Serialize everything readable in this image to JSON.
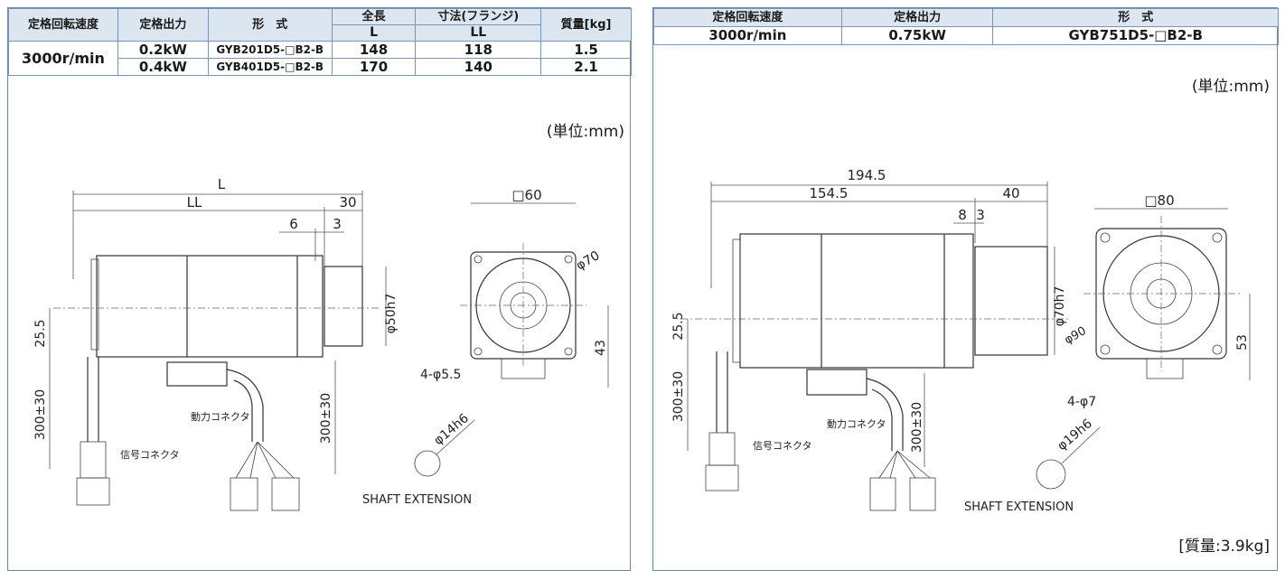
{
  "left": {
    "table": {
      "headers": {
        "speed": "定格回転速度",
        "output": "定格出力",
        "model": "形　式",
        "length": "全長",
        "length_sub": "L",
        "flange": "寸法(フランジ)",
        "flange_sub": "LL",
        "mass": "質量[kg]"
      },
      "speed_value": "3000r/min",
      "rows": [
        {
          "output": "0.2kW",
          "model": "GYB201D5-□B2-B",
          "l": "148",
          "ll": "118",
          "mass": "1.5"
        },
        {
          "output": "0.4kW",
          "model": "GYB401D5-□B2-B",
          "l": "170",
          "ll": "140",
          "mass": "2.1"
        }
      ]
    },
    "unit": "(単位:mm)",
    "drawing": {
      "dim_L": "L",
      "dim_LL": "LL",
      "dim_30": "30",
      "dim_6": "6",
      "dim_3": "3",
      "dim_25_5": "25.5",
      "dim_300_30_a": "300±30",
      "dim_300_30_b": "300±30",
      "dim_shaft": "φ50h7",
      "signal_connector": "信号コネクタ",
      "power_connector": "動力コネクタ",
      "square": "□60",
      "phi70": "φ70",
      "holes": "4-φ5.5",
      "dim_43": "43",
      "shaft_dia": "φ14h6",
      "shaft_extension": "SHAFT EXTENSION"
    }
  },
  "right": {
    "table": {
      "headers": {
        "speed": "定格回転速度",
        "output": "定格出力",
        "model": "形　式"
      },
      "row": {
        "speed": "3000r/min",
        "output": "0.75kW",
        "model": "GYB751D5-□B2-B"
      }
    },
    "unit": "(単位:mm)",
    "mass": "[質量:3.9kg]",
    "drawing": {
      "dim_194_5": "194.5",
      "dim_154_5": "154.5",
      "dim_40": "40",
      "dim_8": "8",
      "dim_3": "3",
      "dim_25_5": "25.5",
      "dim_300_30_a": "300±30",
      "dim_300_30_b": "300±30",
      "dim_shaft": "φ70h7",
      "phi90": "φ90",
      "signal_connector": "信号コネクタ",
      "power_connector": "動力コネクタ",
      "square": "□80",
      "holes": "4-φ7",
      "dim_53": "53",
      "shaft_dia": "φ19h6",
      "shaft_extension": "SHAFT EXTENSION"
    }
  }
}
